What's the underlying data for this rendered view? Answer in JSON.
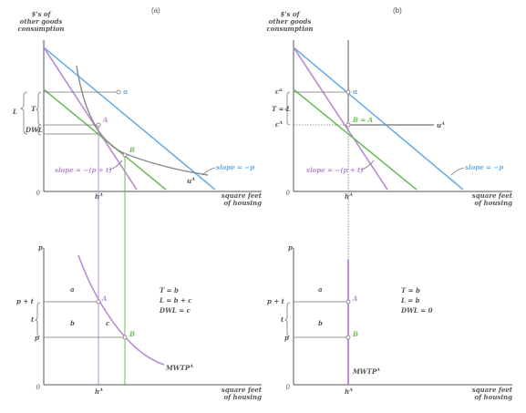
{
  "panel_a": {
    "caption": "(a)",
    "y_axis_title": [
      "$'s of",
      "other goods",
      "consumption"
    ],
    "x_axis_title": [
      "square feet",
      "of housing"
    ],
    "origin": "0",
    "h_tick": "h",
    "h_tick_sup": "A",
    "label_L": "L",
    "label_T": "T",
    "label_DWL": "DWL",
    "point_alpha": "α",
    "point_A": "A",
    "point_B": "B",
    "slope_purple": "slope = −(p + t)",
    "slope_blue": "slope = −p",
    "utility": "u",
    "utility_sup": "A",
    "p_axis": "p",
    "label_p_plus_t": "p + t",
    "label_t": "t",
    "label_p": "p",
    "area_a": "a",
    "area_b": "b",
    "area_c": "c",
    "lower_A": "A",
    "lower_B": "B",
    "eq_T": "T = b",
    "eq_L": "L = b + c",
    "eq_DWL": "DWL = c",
    "mwtp": "MWTP",
    "mwtp_sup": "A"
  },
  "panel_b": {
    "caption": "(b)",
    "y_axis_title": [
      "$'s of",
      "other goods",
      "consumption"
    ],
    "x_axis_title": [
      "square feet",
      "of housing"
    ],
    "origin": "0",
    "h_tick": "h",
    "h_tick_sup": "A",
    "label_c_alpha": "c",
    "label_c_alpha_sup": "α",
    "label_c_A": "c",
    "label_c_A_sup": "A",
    "label_TL": "T = L",
    "point_alpha": "α",
    "point_BA": "B = A",
    "slope_purple": "slope = −(p + t)",
    "slope_blue": "slope = −p",
    "utility": "u",
    "utility_sup": "A",
    "p_axis": "p",
    "label_p_plus_t": "p + t",
    "label_t": "t",
    "label_p": "p",
    "area_a": "a",
    "area_b": "b",
    "lower_A": "A",
    "lower_B": "B",
    "eq_T": "T = b",
    "eq_L": "L = b",
    "eq_DWL": "DWL = 0",
    "mwtp": "MWTP",
    "mwtp_sup": "A"
  },
  "colors": {
    "budget_before_tax": "#6aaee6",
    "budget_with_tax": "#b98bd9",
    "compensated_budget": "#6dbd5a",
    "indifference_curve": "#8a8a8a"
  }
}
